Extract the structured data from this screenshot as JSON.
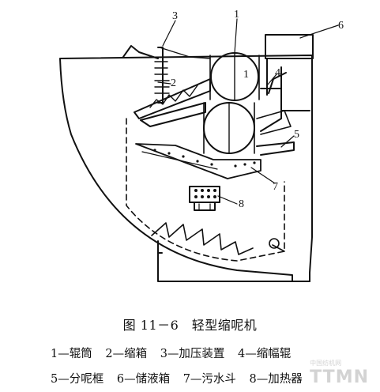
{
  "diagram": {
    "labels": [
      "1",
      "2",
      "3",
      "4",
      "5",
      "6",
      "7",
      "8"
    ]
  },
  "caption": "图 11－6　轻型缩呢机",
  "legend": {
    "row1": [
      "1—辊筒",
      "2—缩箱",
      "3—加压装置",
      "4—缩幅辊"
    ],
    "row2": [
      "5—分呢框",
      "6—储液箱",
      "7—污水斗",
      "8—加热器"
    ]
  },
  "watermark": {
    "logo": "TTMN",
    "sub": "中国纺机网"
  }
}
